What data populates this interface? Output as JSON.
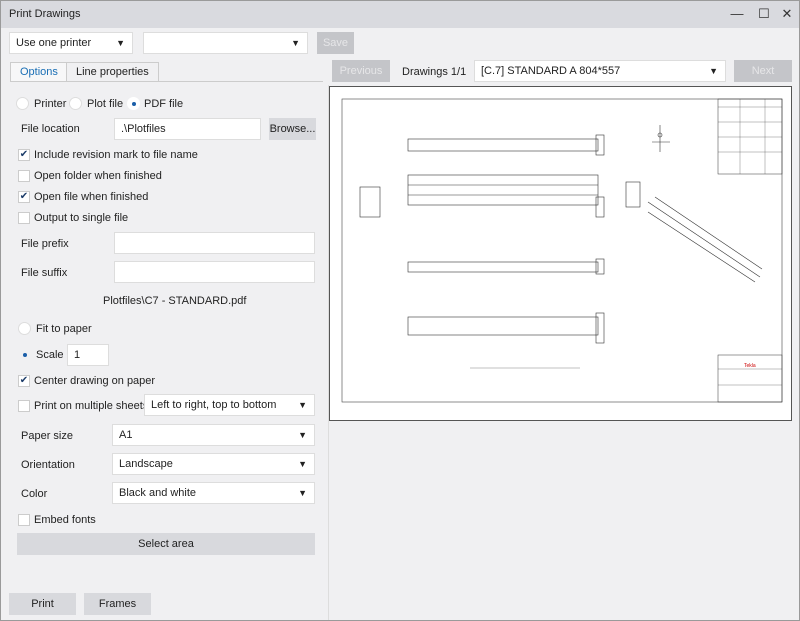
{
  "window": {
    "title": "Print Drawings",
    "minimize": "—",
    "maximize": "☐",
    "close": "✕"
  },
  "top": {
    "printer_mode": "Use one printer",
    "settings": "",
    "save": "Save"
  },
  "tabs": [
    {
      "label": "Options"
    },
    {
      "label": "Line properties"
    }
  ],
  "output": {
    "printer": "Printer",
    "plot_file": "Plot file",
    "pdf_file": "PDF file",
    "selected": "pdf_file"
  },
  "file_location": {
    "label": "File location",
    "value": ".\\Plotfiles",
    "browse": "Browse..."
  },
  "checks": {
    "revision": {
      "label": "Include revision mark to file name",
      "checked": true
    },
    "open_folder": {
      "label": "Open folder when finished",
      "checked": false
    },
    "open_file": {
      "label": "Open file when finished",
      "checked": true
    },
    "single_file": {
      "label": "Output to single file",
      "checked": false
    }
  },
  "prefix": {
    "label": "File prefix",
    "value": ""
  },
  "suffix": {
    "label": "File suffix",
    "value": ""
  },
  "output_path": "Plotfiles\\C7 - STANDARD.pdf",
  "scaling": {
    "fit": "Fit to paper",
    "scale": "Scale",
    "scale_value": "1",
    "selected": "scale"
  },
  "center": {
    "label": "Center drawing on paper",
    "checked": true
  },
  "multi": {
    "label": "Print on multiple sheets",
    "checked": false,
    "order": "Left to right, top to bottom"
  },
  "paper_size": {
    "label": "Paper size",
    "value": "A1"
  },
  "orientation": {
    "label": "Orientation",
    "value": "Landscape"
  },
  "color": {
    "label": "Color",
    "value": "Black and white"
  },
  "embed": {
    "label": "Embed fonts",
    "checked": false
  },
  "select_area": "Select area",
  "bottom": {
    "print": "Print",
    "frames": "Frames"
  },
  "preview": {
    "previous": "Previous",
    "counter": "Drawings 1/1",
    "drawing": "[C.7] STANDARD A 804*557",
    "next": "Next"
  },
  "check_glyph": "✔",
  "arrow_glyph": "▼"
}
